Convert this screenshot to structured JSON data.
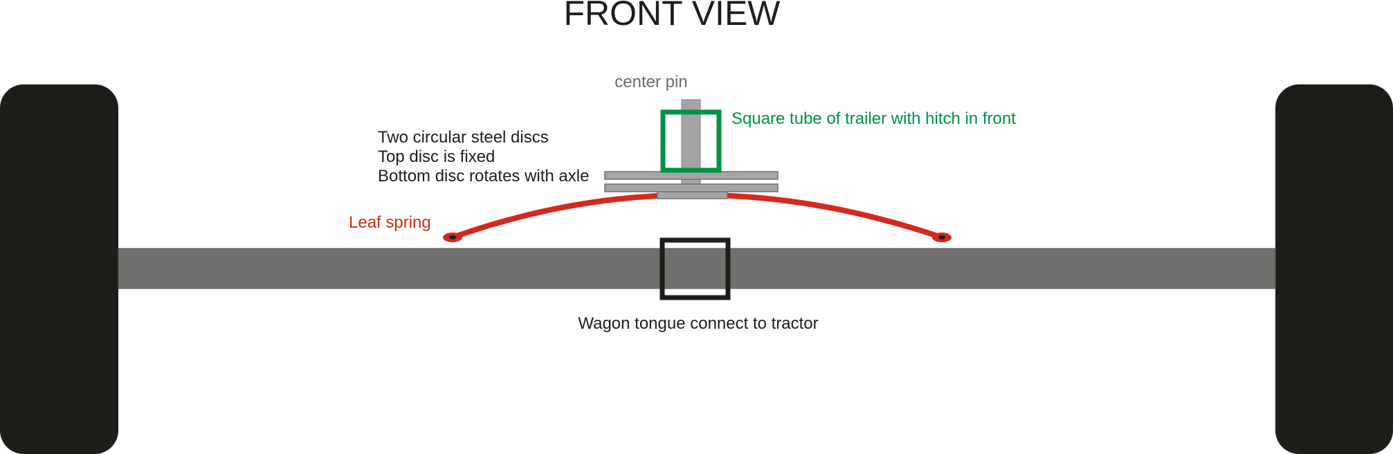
{
  "title": "FRONT VIEW",
  "labels": {
    "center_pin": "center pin",
    "square_tube": "Square tube of trailer  with hitch in front",
    "discs_line1": "Two circular steel discs",
    "discs_line2": "Top disc is fixed",
    "discs_line3": "Bottom disc rotates with axle",
    "leaf_spring": "Leaf spring",
    "wagon_tongue": "Wagon tongue connect to tractor"
  },
  "colors": {
    "background": "#ffffff",
    "wheel": "#1f1d1a",
    "axle": "#72706e",
    "disc": "#a4a4a4",
    "square_tube": "#009245",
    "leaf_spring": "#d4291e",
    "tongue": "#1f1d1a",
    "text": "#1f1d1a",
    "center_pin_text": "#6b6b6b"
  }
}
